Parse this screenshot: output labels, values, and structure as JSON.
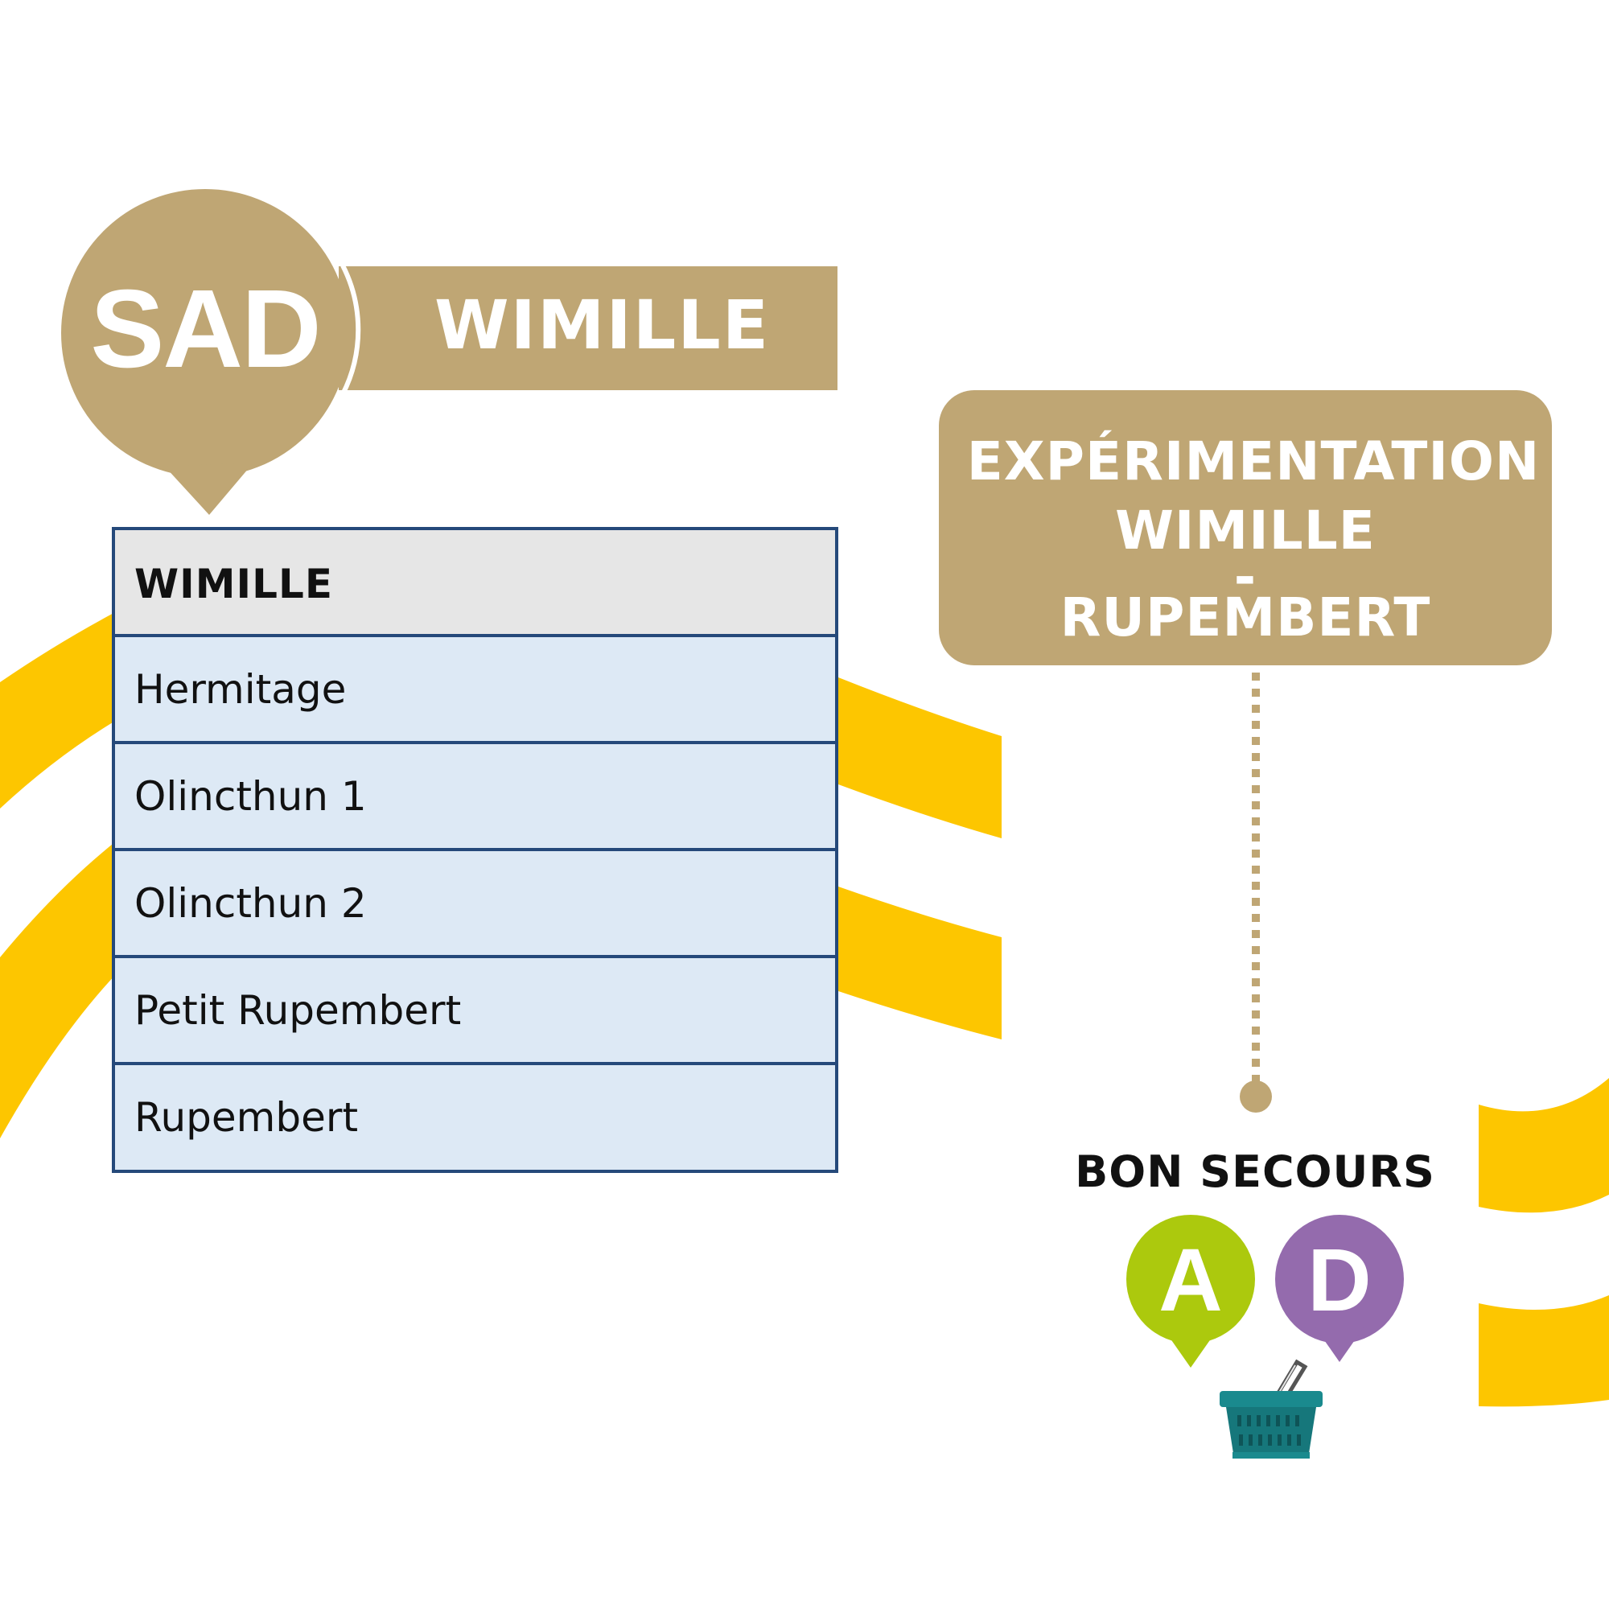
{
  "sad_pin": {
    "label": "SAD",
    "color": "#bfa674"
  },
  "sector_title": "WIMILLE",
  "zones_table": {
    "header": "WIMILLE",
    "rows": [
      "Hermitage",
      "Olincthun 1",
      "Olincthun 2",
      "Petit Rupembert",
      "Rupembert"
    ],
    "border_color": "#25497a",
    "row_color": "#dde9f5",
    "header_color": "#e6e6e6"
  },
  "experiment": {
    "lines": [
      "EXPÉRIMENTATION",
      "WIMILLE",
      "-",
      "RUPEMBERT"
    ],
    "color": "#bfa674"
  },
  "destination": {
    "name": "BON SECOURS",
    "badges": [
      {
        "letter": "A",
        "color": "#acc90d"
      },
      {
        "letter": "D",
        "color": "#946bad"
      }
    ],
    "icon": "shopping-basket-icon"
  },
  "decor": {
    "stripe_color": "#fdc600"
  }
}
